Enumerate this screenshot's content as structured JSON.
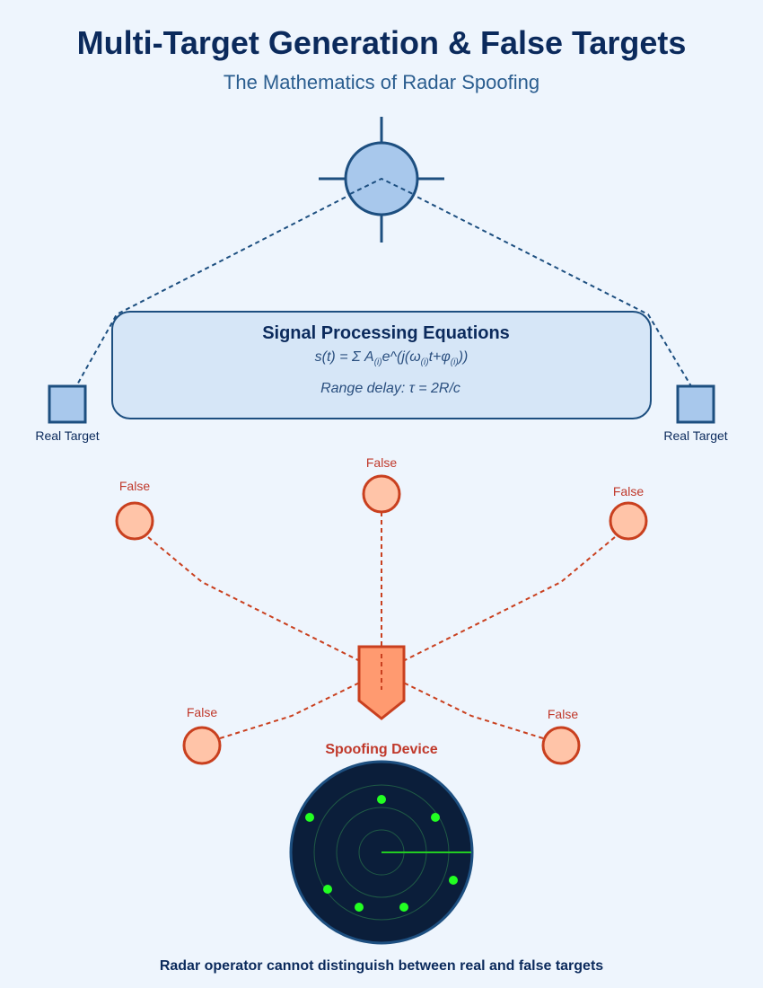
{
  "header": {
    "title": "Multi-Target Generation & False Targets",
    "subtitle": "The Mathematics of Radar Spoofing"
  },
  "equations": {
    "title": "Signal Processing Equations",
    "signal_prefix": "s(t) = Σ A",
    "signal_sub1": "(i)",
    "signal_mid1": "e^(j(ω",
    "signal_sub2": "(i)",
    "signal_mid2": "t+φ",
    "signal_sub3": "(i)",
    "signal_suffix": "))",
    "range_delay": "Range delay: τ = 2R/c"
  },
  "targets": {
    "real_left_label": "Real Target",
    "real_right_label": "Real Target",
    "false_labels": [
      "False",
      "False",
      "False",
      "False",
      "False"
    ]
  },
  "device": {
    "label": "Spoofing Device"
  },
  "footer": {
    "text": "Radar operator cannot distinguish between real and false targets"
  },
  "colors": {
    "background": "#eef5fd",
    "navy": "#0b2a5c",
    "radar_fill": "#a8c8ec",
    "false_target": "#c0392b",
    "device": "#ff9a70",
    "scope": "#0b1e3a",
    "blip": "#22ff22"
  }
}
